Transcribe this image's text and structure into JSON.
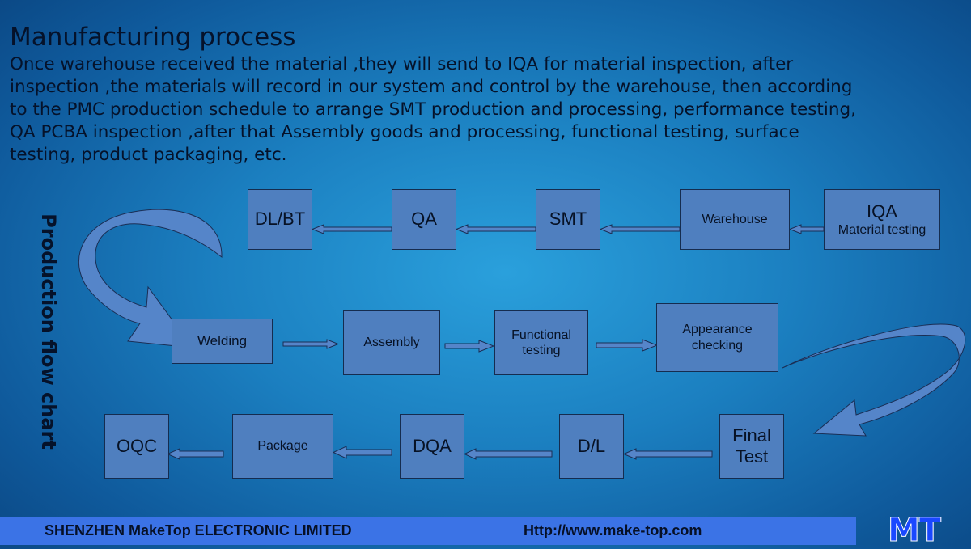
{
  "slide": {
    "title": "Manufacturing process",
    "intro": "Once warehouse received the material ,they will send to IQA for material inspection, after inspection ,the materials will record in our system and control by the warehouse, then according to the PMC production schedule to arrange SMT production and processing, performance testing, QA PCBA inspection ,after that Assembly goods and processing, functional testing, surface testing, product packaging, etc.",
    "side_title": "Production flow chart"
  },
  "flow": {
    "row1": {
      "iqa": "IQA",
      "iqa_sub": "Material testing",
      "warehouse": "Warehouse",
      "smt": "SMT",
      "qa": "QA",
      "dlbt": "DL/BT"
    },
    "row2": {
      "welding": "Welding",
      "assembly": "Assembly",
      "functional": "Functional testing",
      "appearance": "Appearance checking"
    },
    "row3": {
      "final_test": "Final Test",
      "dl": "D/L",
      "dqa": "DQA",
      "package": "Package",
      "oqc": "OQC"
    }
  },
  "footer": {
    "company": "SHENZHEN MakeTop ELECTRONIC LIMITED",
    "url": "Http://www.make-top.com",
    "logo": "MT"
  },
  "colors": {
    "box_fill": "#4f7fbf",
    "box_border": "#152c4f",
    "footer_bar": "#3b73e6",
    "logo": "#1a48ff"
  }
}
